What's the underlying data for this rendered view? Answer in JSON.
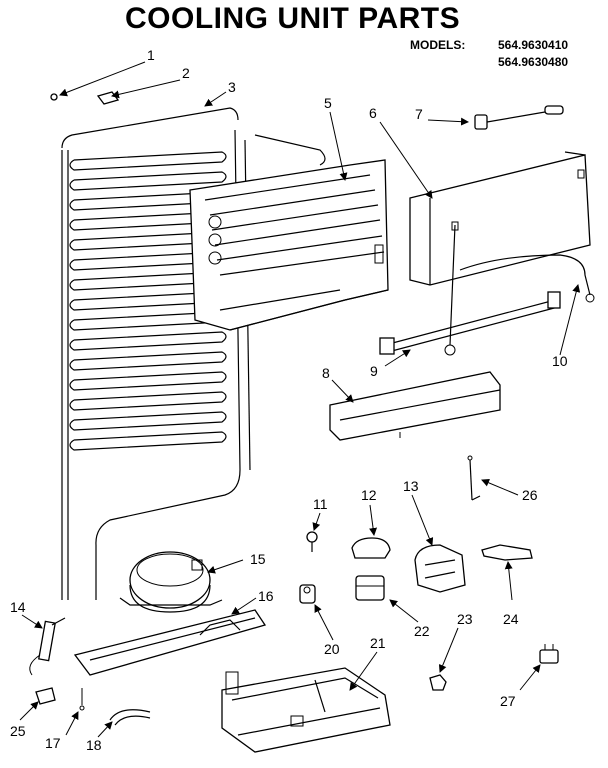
{
  "title": "COOLING UNIT PARTS",
  "models": {
    "label": "MODELS:",
    "numbers": [
      "564.9630410",
      "564.9630480"
    ]
  },
  "callouts": [
    "1",
    "2",
    "3",
    "5",
    "6",
    "7",
    "8",
    "9",
    "10",
    "11",
    "12",
    "13",
    "14",
    "15",
    "16",
    "17",
    "18",
    "20",
    "21",
    "22",
    "23",
    "24",
    "25",
    "26",
    "27"
  ]
}
